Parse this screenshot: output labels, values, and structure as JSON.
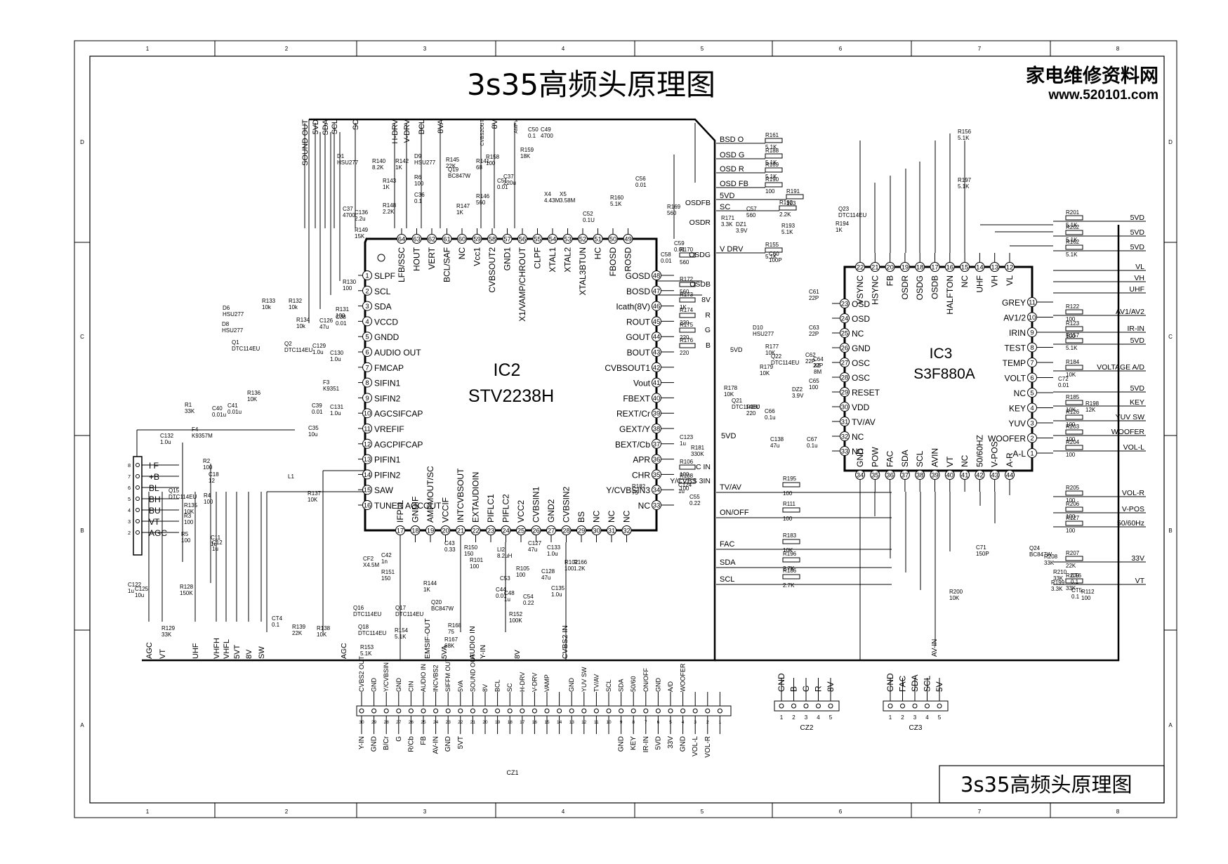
{
  "titles": {
    "main": "3s35高频头原理图",
    "watermark_cn": "家电维修资料网",
    "watermark_url": "www.520101.com",
    "title_block": "3s35高频头原理图"
  },
  "border": {
    "cols": [
      "1",
      "2",
      "3",
      "4",
      "5",
      "6",
      "7",
      "8"
    ],
    "rows": [
      "D",
      "C",
      "B",
      "A"
    ]
  },
  "ic2": {
    "name": "IC2",
    "part": "STV2238H",
    "left_pins": [
      {
        "n": "1",
        "label": "SLPF"
      },
      {
        "n": "2",
        "label": "SCL"
      },
      {
        "n": "3",
        "label": "SDA"
      },
      {
        "n": "4",
        "label": "VCCD"
      },
      {
        "n": "5",
        "label": "GNDD"
      },
      {
        "n": "6",
        "label": "AUDIO OUT"
      },
      {
        "n": "7",
        "label": "FMCAP"
      },
      {
        "n": "8",
        "label": "SIFIN1"
      },
      {
        "n": "9",
        "label": "SIFIN2"
      },
      {
        "n": "10",
        "label": "AGCSIFCAP"
      },
      {
        "n": "11",
        "label": "VREFIF"
      },
      {
        "n": "12",
        "label": "AGCPIFCAP"
      },
      {
        "n": "13",
        "label": "PIFIN1"
      },
      {
        "n": "14",
        "label": "PIFIN2"
      },
      {
        "n": "15",
        "label": "SAW"
      },
      {
        "n": "16",
        "label": "TUNER AGCOUT"
      }
    ],
    "right_pins": [
      {
        "n": "48",
        "label": "GOSD"
      },
      {
        "n": "47",
        "label": "BOSD"
      },
      {
        "n": "46",
        "label": "Icath(8V)"
      },
      {
        "n": "45",
        "label": "ROUT"
      },
      {
        "n": "44",
        "label": "GOUT"
      },
      {
        "n": "43",
        "label": "BOUT"
      },
      {
        "n": "42",
        "label": "CVBSOUT1"
      },
      {
        "n": "41",
        "label": "Vout"
      },
      {
        "n": "40",
        "label": "FBEXT"
      },
      {
        "n": "39",
        "label": "REXT/Cr"
      },
      {
        "n": "38",
        "label": "GEXT/Y"
      },
      {
        "n": "37",
        "label": "BEXT/Cb"
      },
      {
        "n": "36",
        "label": "APR"
      },
      {
        "n": "35",
        "label": "CHR"
      },
      {
        "n": "34",
        "label": "Y/CVBSIN3"
      },
      {
        "n": "33",
        "label": "NC"
      }
    ],
    "top_pins": [
      {
        "n": "64",
        "label": "LFB/SSC"
      },
      {
        "n": "63",
        "label": "HOUT"
      },
      {
        "n": "62",
        "label": "VERT"
      },
      {
        "n": "61",
        "label": "BCL/SAF"
      },
      {
        "n": "60",
        "label": "NC"
      },
      {
        "n": "59",
        "label": "Vcc1"
      },
      {
        "n": "58",
        "label": "CVBSOUT2"
      },
      {
        "n": "57",
        "label": "GND1"
      },
      {
        "n": "56",
        "label": "X1/VAMP/CHROUT"
      },
      {
        "n": "55",
        "label": "CLPF"
      },
      {
        "n": "54",
        "label": "XTAL1"
      },
      {
        "n": "53",
        "label": "XTAL2"
      },
      {
        "n": "52",
        "label": "XTAL3BTUN"
      },
      {
        "n": "51",
        "label": "HC"
      },
      {
        "n": "50",
        "label": "FBOSD"
      },
      {
        "n": "49",
        "label": "ROSD"
      }
    ],
    "bottom_pins": [
      {
        "n": "17",
        "label": "IFPLL"
      },
      {
        "n": "18",
        "label": "GNDIF"
      },
      {
        "n": "19",
        "label": "AMFMOUT/SC"
      },
      {
        "n": "20",
        "label": "VCCIF"
      },
      {
        "n": "21",
        "label": "INTCVBSOUT"
      },
      {
        "n": "22",
        "label": "EXTAUDIOIN"
      },
      {
        "n": "23",
        "label": "PIFLC1"
      },
      {
        "n": "24",
        "label": "PIFLC2"
      },
      {
        "n": "25",
        "label": "VCC2"
      },
      {
        "n": "26",
        "label": "CVBSIN1"
      },
      {
        "n": "27",
        "label": "GND2"
      },
      {
        "n": "28",
        "label": "CVBSIN2"
      },
      {
        "n": "29",
        "label": "BS"
      },
      {
        "n": "30",
        "label": "NC"
      },
      {
        "n": "31",
        "label": "NC"
      },
      {
        "n": "32",
        "label": "NC"
      }
    ]
  },
  "ic3": {
    "name": "IC3",
    "part": "S3F880A",
    "top_pins": [
      {
        "n": "22",
        "label": "VSYNC"
      },
      {
        "n": "21",
        "label": "HSYNC"
      },
      {
        "n": "20",
        "label": "FB"
      },
      {
        "n": "19",
        "label": "OSDR"
      },
      {
        "n": "18",
        "label": "OSDG"
      },
      {
        "n": "17",
        "label": "OSDB"
      },
      {
        "n": "16",
        "label": "HALFTON"
      },
      {
        "n": "15",
        "label": "NC"
      },
      {
        "n": "14",
        "label": "UHF"
      },
      {
        "n": "13",
        "label": "VH"
      },
      {
        "n": "12",
        "label": "VL"
      }
    ],
    "left_pins": [
      {
        "n": "23",
        "label": "OSD"
      },
      {
        "n": "24",
        "label": "OSD"
      },
      {
        "n": "25",
        "label": "NC"
      },
      {
        "n": "26",
        "label": "GND"
      },
      {
        "n": "27",
        "label": "OSC"
      },
      {
        "n": "28",
        "label": "OSC"
      },
      {
        "n": "29",
        "label": "RESET"
      },
      {
        "n": "30",
        "label": "VDD"
      },
      {
        "n": "31",
        "label": "TV/AV"
      },
      {
        "n": "32",
        "label": "NC"
      },
      {
        "n": "33",
        "label": "NC"
      }
    ],
    "right_pins": [
      {
        "n": "11",
        "label": "GREY"
      },
      {
        "n": "10",
        "label": "AV1/2"
      },
      {
        "n": "9",
        "label": "IRIN"
      },
      {
        "n": "8",
        "label": "TEST"
      },
      {
        "n": "7",
        "label": "TEMP"
      },
      {
        "n": "6",
        "label": "VOLT"
      },
      {
        "n": "5",
        "label": "NC"
      },
      {
        "n": "4",
        "label": "KEY"
      },
      {
        "n": "3",
        "label": "YUV"
      },
      {
        "n": "2",
        "label": "WOOFER"
      },
      {
        "n": "1",
        "label": "A-L"
      }
    ],
    "bottom_pins": [
      {
        "n": "34",
        "label": "GND"
      },
      {
        "n": "35",
        "label": "POW"
      },
      {
        "n": "36",
        "label": "FAC"
      },
      {
        "n": "37",
        "label": "SDA"
      },
      {
        "n": "38",
        "label": "SCL"
      },
      {
        "n": "39",
        "label": "AVIN"
      },
      {
        "n": "40",
        "label": "VT"
      },
      {
        "n": "41",
        "label": "NC"
      },
      {
        "n": "42",
        "label": "50/60HZ"
      },
      {
        "n": "43",
        "label": "V-POS"
      },
      {
        "n": "44",
        "label": "A-R"
      }
    ]
  },
  "tuner": {
    "pins": [
      {
        "n": "8",
        "label": "I F"
      },
      {
        "n": "7",
        "label": "+B"
      },
      {
        "n": "6",
        "label": "BL"
      },
      {
        "n": "5",
        "label": "BH"
      },
      {
        "n": "4",
        "label": "BU"
      },
      {
        "n": "3",
        "label": "VT"
      },
      {
        "n": "2",
        "label": "AGC"
      }
    ]
  },
  "cz1": {
    "name": "CZ1",
    "top_labels": [
      "CVBS2 OUT",
      "GND",
      "Y/CVBSIN",
      "GND",
      "CIN",
      "AUDIO IN",
      "INCVBS2",
      "SIFFM OUT",
      "5VA",
      "SOUND OUT",
      "8V",
      "BCL",
      "SC",
      "H-DRV",
      "V-DRV",
      "VAMP",
      "",
      "GND",
      "YUV SW",
      "TV/AV",
      "SCL",
      "SDA",
      "50/60",
      "ON/OFF",
      "GND",
      "A/D",
      "WOOFER"
    ],
    "bottom_labels": [
      "Y-IN",
      "GND",
      "B/Cr",
      "G",
      "R/Cb",
      "FB",
      "AV-IN",
      "GND",
      "5VT",
      "",
      "",
      "",
      "",
      "",
      "",
      "",
      "",
      "",
      "",
      "",
      "",
      "GND",
      "KEY",
      "IR-IN",
      "5VD",
      "33V",
      "GND",
      "VOL-L",
      "VOL-R"
    ]
  },
  "cz2": {
    "name": "CZ2",
    "labels": [
      "GND",
      "B",
      "G",
      "R",
      "8V"
    ],
    "nums": [
      "1",
      "2",
      "3",
      "4",
      "5"
    ]
  },
  "cz3": {
    "name": "CZ3",
    "labels": [
      "GND",
      "FAC",
      "SDA",
      "SCL",
      "5V"
    ],
    "nums": [
      "1",
      "2",
      "3",
      "4",
      "5"
    ]
  },
  "right_nets": [
    {
      "label": "5VD",
      "res": "R201",
      "val": "5.1K"
    },
    {
      "label": "5VD",
      "res": "R202",
      "val": "5.1K"
    },
    {
      "label": "5VD",
      "res": "R162",
      "val": "5.1K"
    },
    {
      "label": "VL"
    },
    {
      "label": "VH"
    },
    {
      "label": "UHF"
    },
    {
      "label": "AV1/AV2",
      "res": "R122",
      "val": "100"
    },
    {
      "label": "IR-IN",
      "res": "R123",
      "val": "100"
    },
    {
      "label": "5VD",
      "res": "R157",
      "val": "5.1K"
    },
    {
      "label": "VOLTAGE A/D",
      "res": "R184",
      "val": "10K"
    },
    {
      "label": "5VD"
    },
    {
      "label": "KEY",
      "res": "R185",
      "val": "10K"
    },
    {
      "label": "YUV SW",
      "res": "R126",
      "val": "100"
    },
    {
      "label": "WOOFER",
      "res": "R203",
      "val": "100"
    },
    {
      "label": "VOL-L",
      "res": "R204",
      "val": "100"
    },
    {
      "label": "VOL-R",
      "res": "R205",
      "val": "100"
    },
    {
      "label": "V-POS",
      "res": "R206",
      "val": "100"
    },
    {
      "label": "50/60Hz",
      "res": "R127",
      "val": "100"
    },
    {
      "label": "33V",
      "res": "R207",
      "val": "22K"
    },
    {
      "label": "VT",
      "res": "R209",
      "val": "33K"
    }
  ],
  "osd_nets": [
    {
      "label": "BSD O",
      "res": "R161",
      "val": "5.1K"
    },
    {
      "label": "OSD G",
      "res": "R188",
      "val": "5.1K"
    },
    {
      "label": "OSD R",
      "res": "R189",
      "val": "5.1K"
    },
    {
      "label": "OSD FB",
      "res": "R190",
      "val": "100"
    },
    {
      "label": "5VD",
      "res": "R191",
      "val": "103"
    },
    {
      "label": "SC",
      "res": "R192",
      "val": "2.2K"
    },
    {
      "label": "V DRV",
      "res": "R155",
      "val": "5.1K"
    }
  ],
  "mid_nets": [
    {
      "label": "TV/AV",
      "res": "R195",
      "val": "100"
    },
    {
      "label": "ON/OFF",
      "res": "R111",
      "val": "100"
    },
    {
      "label": "FAC",
      "res": "R183",
      "val": "10K"
    },
    {
      "label": "SDA",
      "res": "R196",
      "val": "2.7K"
    },
    {
      "label": "SCL",
      "res": "R186",
      "val": "2.7K"
    }
  ],
  "ic2_right_nets": [
    {
      "label": "OSDFB"
    },
    {
      "label": "OSDR"
    },
    {
      "label": "OSDG",
      "res": "R170",
      "val": "560"
    },
    {
      "label": "OSDB",
      "res": "R172",
      "val": "560"
    },
    {
      "label": "8V",
      "res": "R173",
      "val": "1K"
    },
    {
      "label": "R",
      "res": "R174",
      "val": "220"
    },
    {
      "label": "G",
      "res": "R175",
      "val": "220"
    },
    {
      "label": "B",
      "res": "R176",
      "val": "220"
    },
    {
      "label": "C IN",
      "res": "R106",
      "val": "100"
    },
    {
      "label": "Y/CVBS 3IN",
      "res": "R108",
      "val": "100"
    }
  ],
  "ic2_top_nets": [
    "SOUND OUT",
    "5VD",
    "SDA",
    "SCL",
    "SC",
    "H-DRV",
    "V-DRV",
    "BCL",
    "8VA",
    "CVBS2OUT",
    "8V",
    "AMPV"
  ],
  "ic2_bottom_nets": [
    "AGC",
    "EMSIF-OUT",
    "5VA",
    "AUDIO IN",
    "Y-IN",
    "8V",
    "CVBS2 IN"
  ],
  "bottom_left_nets": [
    "AGC",
    "VT",
    "UHF",
    "VHFH",
    "VHFL",
    "5VT",
    "8V",
    "SW"
  ],
  "components": [
    {
      "ref": "R140",
      "val": "8.2K"
    },
    {
      "ref": "R142",
      "val": "1K"
    },
    {
      "ref": "R143",
      "val": "1K"
    },
    {
      "ref": "R148",
      "val": "2.2K"
    },
    {
      "ref": "R149",
      "val": "15K"
    },
    {
      "ref": "C136",
      "val": "2.2u"
    },
    {
      "ref": "C37",
      "val": "4700"
    },
    {
      "ref": "D1",
      "val": "HSU277"
    },
    {
      "ref": "D9",
      "val": "HSU277"
    },
    {
      "ref": "R6",
      "val": "100"
    },
    {
      "ref": "C36",
      "val": "0.1"
    },
    {
      "ref": "Q19",
      "val": "BC847W"
    },
    {
      "ref": "R145",
      "val": "22K"
    },
    {
      "ref": "R141",
      "val": "68"
    },
    {
      "ref": "R146",
      "val": "560"
    },
    {
      "ref": "R147",
      "val": "1K"
    },
    {
      "ref": "R158",
      "val": "100"
    },
    {
      "ref": "C51",
      "val": "0.01"
    },
    {
      "ref": "C37",
      "val": "220u"
    },
    {
      "ref": "C50",
      "val": "0.1"
    },
    {
      "ref": "C49",
      "val": "4700"
    },
    {
      "ref": "R159",
      "val": "18K"
    },
    {
      "ref": "X4",
      "val": "4.43M"
    },
    {
      "ref": "X5",
      "val": "3.58M"
    },
    {
      "ref": "C52",
      "val": "0.1U"
    },
    {
      "ref": "R160",
      "val": "5.1K"
    },
    {
      "ref": "C56",
      "val": "0.01"
    },
    {
      "ref": "R169",
      "val": "560"
    },
    {
      "ref": "C58",
      "val": "0.01"
    },
    {
      "ref": "C59",
      "val": "0.01"
    },
    {
      "ref": "R130",
      "val": "100"
    },
    {
      "ref": "R131",
      "val": "100"
    },
    {
      "ref": "C126",
      "val": "47u"
    },
    {
      "ref": "C38",
      "val": "0.01"
    },
    {
      "ref": "C129",
      "val": "1.0u"
    },
    {
      "ref": "C130",
      "val": "1.0u"
    },
    {
      "ref": "R133",
      "val": "10k"
    },
    {
      "ref": "R132",
      "val": "10k"
    },
    {
      "ref": "R134",
      "val": "10k"
    },
    {
      "ref": "D6",
      "val": "HSU277"
    },
    {
      "ref": "D8",
      "val": "HSU277"
    },
    {
      "ref": "Q1",
      "val": "DTC114EU"
    },
    {
      "ref": "Q2",
      "val": "DTC114EU"
    },
    {
      "ref": "F3",
      "val": "K9351"
    },
    {
      "ref": "R136",
      "val": "10K"
    },
    {
      "ref": "R1",
      "val": "33K"
    },
    {
      "ref": "C40",
      "val": "0.01u"
    },
    {
      "ref": "C41",
      "val": "0.01u"
    },
    {
      "ref": "C39",
      "val": "0.01"
    },
    {
      "ref": "C131",
      "val": "1.0u"
    },
    {
      "ref": "C35",
      "val": "10u"
    },
    {
      "ref": "C132",
      "val": "1.0u"
    },
    {
      "ref": "F4",
      "val": "K9357M"
    },
    {
      "ref": "R2",
      "val": "100"
    },
    {
      "ref": "C18",
      "val": "12"
    },
    {
      "ref": "L1",
      "val": ""
    },
    {
      "ref": "R137",
      "val": "10K"
    },
    {
      "ref": "Q15",
      "val": "DTC114EU"
    },
    {
      "ref": "R135",
      "val": "10K"
    },
    {
      "ref": "R3",
      "val": "100"
    },
    {
      "ref": "R4",
      "val": "100"
    },
    {
      "ref": "R5",
      "val": "100"
    },
    {
      "ref": "C11",
      "val": "1u"
    },
    {
      "ref": "C12",
      "val": "1u"
    },
    {
      "ref": "C122",
      "val": "1u"
    },
    {
      "ref": "C125",
      "val": "10u"
    },
    {
      "ref": "R128",
      "val": "150K"
    },
    {
      "ref": "R129",
      "val": "33K"
    },
    {
      "ref": "CT4",
      "val": "0.1"
    },
    {
      "ref": "R139",
      "val": "22K"
    },
    {
      "ref": "R138",
      "val": "10K"
    },
    {
      "ref": "Q16",
      "val": "DTC114EU"
    },
    {
      "ref": "Q17",
      "val": "DTC114EU"
    },
    {
      "ref": "Q18",
      "val": "DTC114EU"
    },
    {
      "ref": "R153",
      "val": "5.1K"
    },
    {
      "ref": "R154",
      "val": "5.1K"
    },
    {
      "ref": "CF2",
      "val": "X4.5M"
    },
    {
      "ref": "C42",
      "val": "1n"
    },
    {
      "ref": "R151",
      "val": "150"
    },
    {
      "ref": "C43",
      "val": "0.33"
    },
    {
      "ref": "R150",
      "val": "150"
    },
    {
      "ref": "R101",
      "val": "100"
    },
    {
      "ref": "LI2",
      "val": "8.2uH"
    },
    {
      "ref": "C53",
      "val": ""
    },
    {
      "ref": "R144",
      "val": "1K"
    },
    {
      "ref": "C44",
      "val": "0.01"
    },
    {
      "ref": "C48",
      "val": "1u"
    },
    {
      "ref": "R152",
      "val": "100K"
    },
    {
      "ref": "R167",
      "val": "68K"
    },
    {
      "ref": "R168",
      "val": "75"
    },
    {
      "ref": "Q20",
      "val": "BC847W"
    },
    {
      "ref": "C127",
      "val": "47u"
    },
    {
      "ref": "C133",
      "val": "1.0u"
    },
    {
      "ref": "C128",
      "val": "47u"
    },
    {
      "ref": "R102",
      "val": "100"
    },
    {
      "ref": "R105",
      "val": "100"
    },
    {
      "ref": "C135",
      "val": "1.0u"
    },
    {
      "ref": "C54",
      "val": "0.22"
    },
    {
      "ref": "R166",
      "val": "1.2K"
    },
    {
      "ref": "C123",
      "val": "1u"
    },
    {
      "ref": "R181",
      "val": "330K"
    },
    {
      "ref": "C124",
      "val": "1u"
    },
    {
      "ref": "C55",
      "val": "0.22"
    },
    {
      "ref": "R182",
      "val": "75"
    },
    {
      "ref": "C57",
      "val": "560"
    },
    {
      "ref": "R171",
      "val": "3.3K"
    },
    {
      "ref": "DZ1",
      "val": "3.9V"
    },
    {
      "ref": "R193",
      "val": "5.1K"
    },
    {
      "ref": "Q23",
      "val": "DTC114EU"
    },
    {
      "ref": "R194",
      "val": "1K"
    },
    {
      "ref": "C60",
      "val": "100P"
    },
    {
      "ref": "R156",
      "val": "5.1K"
    },
    {
      "ref": "R197",
      "val": "5.1K"
    },
    {
      "ref": "C61",
      "val": "22P"
    },
    {
      "ref": "C63",
      "val": "22P"
    },
    {
      "ref": "D10",
      "val": "HSU277"
    },
    {
      "ref": "R177",
      "val": "10K"
    },
    {
      "ref": "Q22",
      "val": "DTC114EU"
    },
    {
      "ref": "R179",
      "val": "10K"
    },
    {
      "ref": "C62",
      "val": "22P"
    },
    {
      "ref": "C64",
      "val": "22P"
    },
    {
      "ref": "X6",
      "val": "8M"
    },
    {
      "ref": "C65",
      "val": "100"
    },
    {
      "ref": "DZ2",
      "val": "3.9V"
    },
    {
      "ref": "R178",
      "val": "10K"
    },
    {
      "ref": "Q21",
      "val": "DTC114EU"
    },
    {
      "ref": "R180",
      "val": "220"
    },
    {
      "ref": "C66",
      "val": "0.1u"
    },
    {
      "ref": "C138",
      "val": "47u"
    },
    {
      "ref": "C67",
      "val": "0.1u"
    },
    {
      "ref": "C72",
      "val": "0.01"
    },
    {
      "ref": "R198",
      "val": "12K"
    },
    {
      "ref": "C71",
      "val": "150P"
    },
    {
      "ref": "Q24",
      "val": "BC847W"
    },
    {
      "ref": "R208",
      "val": "33K"
    },
    {
      "ref": "R210",
      "val": "33K"
    },
    {
      "ref": "R199",
      "val": "3.3K"
    },
    {
      "ref": "CT6",
      "val": "0.1"
    },
    {
      "ref": "CT5",
      "val": "0.1"
    },
    {
      "ref": "R112",
      "val": "100"
    },
    {
      "ref": "R200",
      "val": "10K"
    }
  ],
  "supply_labels": {
    "ic3_left_5vd": "5VD",
    "ic3_left_5vd2": "5VD",
    "gnd": "GND",
    "avin": "AV-IN"
  }
}
